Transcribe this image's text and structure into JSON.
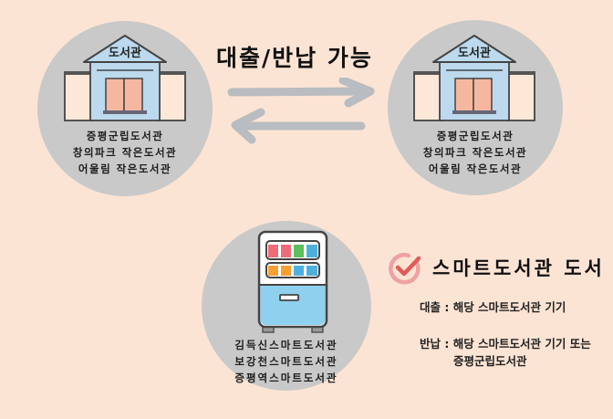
{
  "title": "대출/반납 가능",
  "libraries_left": {
    "sign": "도서관",
    "names": [
      "증평군립도서관",
      "창의파크 작은도서관",
      "어울림 작은도서관"
    ]
  },
  "libraries_right": {
    "sign": "도서관",
    "names": [
      "증평군립도서관",
      "창의파크 작은도서관",
      "어울림 작은도서관"
    ]
  },
  "smart_libraries": {
    "names": [
      "김득신스마트도서관",
      "보강천스마트도서관",
      "증평역스마트도서관"
    ]
  },
  "smart_info": {
    "heading": "스마트도서관 도서",
    "loan_label": "대출 : 해당 스마트도서관 기기",
    "return_label": "반납 : 해당 스마트도서관 기기 또는",
    "return_label_cont": "증평군립도서관"
  },
  "colors": {
    "background": "#fce4d4",
    "circle": "#c9c9c9",
    "building": "#bcd9ee",
    "book": "#f6b7a0",
    "arrow": "#b9bcc0",
    "check": "#e05a5a"
  }
}
